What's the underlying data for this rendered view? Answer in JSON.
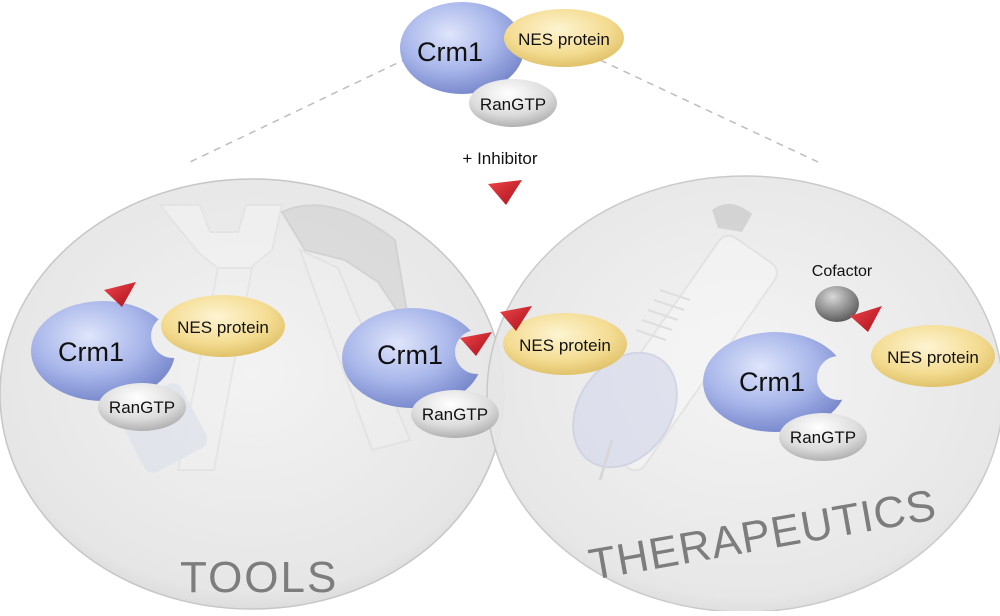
{
  "top_complex": {
    "crm1": "Crm1",
    "nes": "NES protein",
    "ran": "RanGTP"
  },
  "inhibitor_label": "+ Inhibitor",
  "tools": {
    "title": "TOOLS",
    "complex_a": {
      "crm1": "Crm1",
      "nes": "NES protein",
      "ran": "RanGTP"
    },
    "complex_b": {
      "crm1": "Crm1",
      "nes": "NES protein",
      "ran": "RanGTP"
    }
  },
  "therapeutics": {
    "title": "THERAPEUTICS",
    "cofactor": "Cofactor",
    "complex": {
      "crm1": "Crm1",
      "nes": "NES protein",
      "ran": "RanGTP"
    }
  },
  "colors": {
    "crm1_fill": "#8e9fdd",
    "nes_fill": "#f3d98a",
    "ran_fill": "#d6d6d6",
    "inhibitor": "#d8202a",
    "circle_fill": "#e9e9e9",
    "title_text": "#7d7d7d"
  },
  "icons": [
    "wrench-icon",
    "hammer-icon",
    "syringe-icon",
    "inhibitor-triangle-icon"
  ]
}
